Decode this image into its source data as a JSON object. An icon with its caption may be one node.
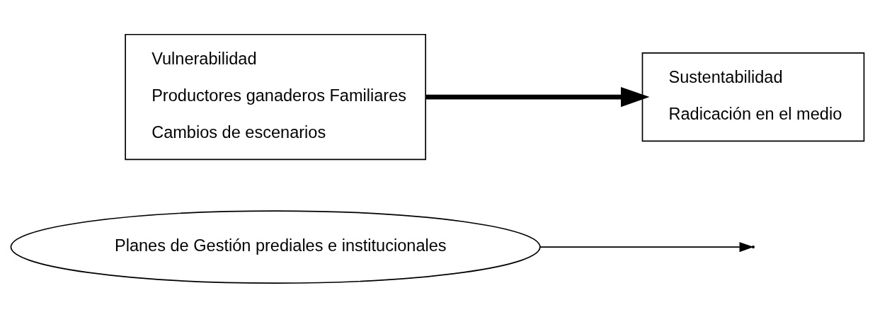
{
  "diagram": {
    "nodes": [
      {
        "text": [
          "Planes de Gestión prediales e institucionales"
        ]
      },
      {
        "text": [
          "Vulnerabilidad",
          "Productores ganaderos Familiares",
          "Cambios de escenarios"
        ]
      },
      {
        "text": [
          "Sustentabilidad",
          "Radicación en el medio"
        ]
      }
    ],
    "edges": [
      {
        "from": 1,
        "to": 2,
        "arrow": "to",
        "style": "thick"
      },
      {
        "from": 0,
        "to": null,
        "arrow": "to"
      }
    ]
  }
}
